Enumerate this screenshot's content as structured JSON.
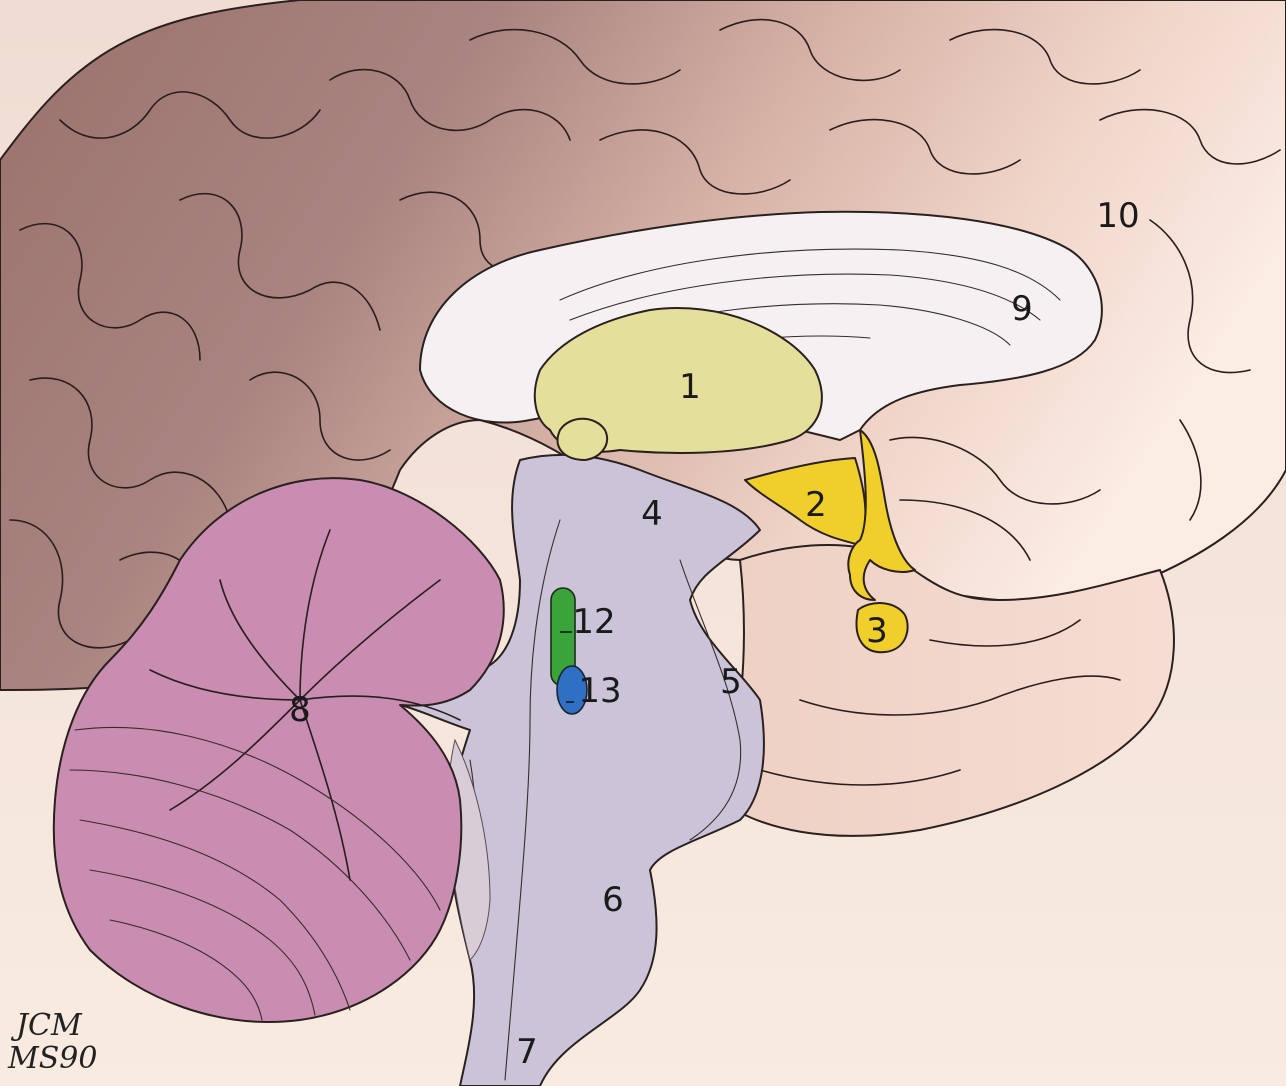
{
  "diagram": {
    "labels": [
      "1",
      "2",
      "3",
      "4",
      "5",
      "6",
      "7",
      "8",
      "9",
      "10",
      "12",
      "13"
    ],
    "signature": [
      "JCM",
      "MS90"
    ]
  },
  "colors": {
    "background": "#f6e6dc",
    "cortex_dark": "#9c7670",
    "cortex_light": "#f3dcd2",
    "corpus_callosum": "#f4f0f2",
    "thalamus": "#e4df9a",
    "hypothalamus": "#f0cf2a",
    "brainstem": "#c9c2d8",
    "cerebellum": "#c98fb1",
    "nucleus_12": "#3aa33a",
    "nucleus_13": "#2f6fc4"
  }
}
